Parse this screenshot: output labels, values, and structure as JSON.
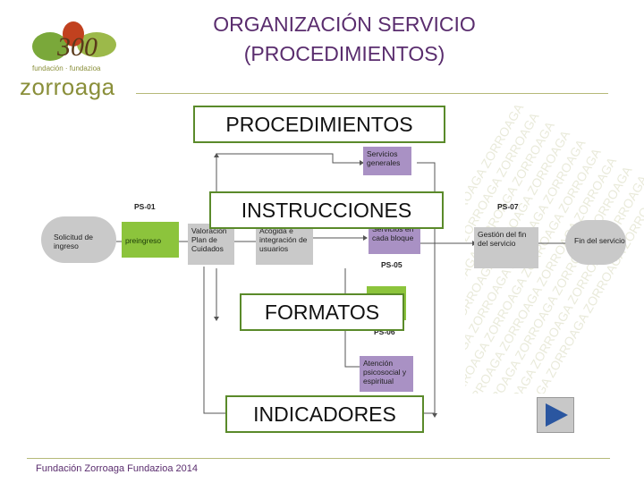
{
  "header": {
    "title_line1": "ORGANIZACIÓN SERVICIO",
    "title_line2": "(PROCEDIMIENTOS)"
  },
  "logo": {
    "years_text": "300",
    "word": "zorroaga",
    "sub": "fundación · fundazioa"
  },
  "overlays": {
    "procedimientos": "PROCEDIMIENTOS",
    "instrucciones": "INSTRUCCIONES",
    "formatos": "FORMATOS",
    "indicadores": "INDICADORES"
  },
  "diagram": {
    "codes": {
      "ps01": "PS-01",
      "ps05": "PS-05",
      "ps06": "PS-06",
      "ps07": "PS-07"
    },
    "nodes": {
      "solicitud": "Solicitud de ingreso",
      "preingreso": "preingreso",
      "valoracion": "Valoración Plan de Cuidados",
      "acogida": "Acogida e integración de usuarios",
      "servicios_generales": "Servicios generales",
      "servicios_cada_bloque": "Servicios en cada bloque",
      "atencion": "Atención psicosocial y espiritual",
      "gestion_fin": "Gestión del fin del servicio",
      "fin_servicio": "Fin del servicio"
    }
  },
  "footer": {
    "text": "Fundación Zorroaga Fundazioa 2014"
  },
  "colors": {
    "title": "#5a2d6e",
    "overlay_border": "#5a8a2a",
    "green": "#8cc43c",
    "purple": "#a991c4",
    "gray": "#c9c9c9"
  },
  "icons": {
    "next": "play-arrow-icon"
  }
}
